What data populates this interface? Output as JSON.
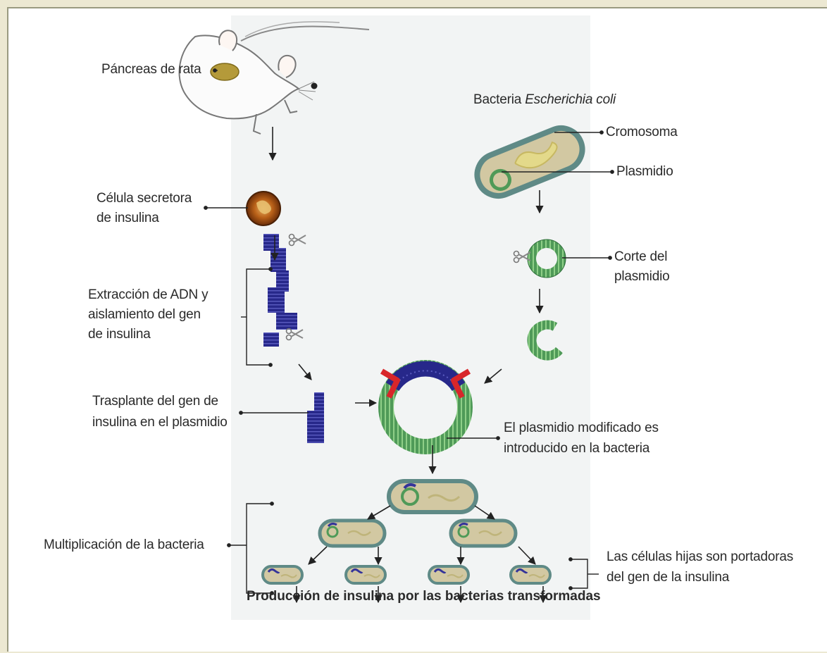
{
  "labels": {
    "pancreas": "Páncreas de rata",
    "bacteria_prefix": "Bacteria ",
    "bacteria_species": "Escherichia coli",
    "chromosome": "Cromosoma",
    "plasmid": "Plasmidio",
    "secretory_cell_line1": "Célula secretora",
    "secretory_cell_line2": "de insulina",
    "plasmid_cut_line1": "Corte del",
    "plasmid_cut_line2": "plasmidio",
    "dna_extraction_line1": "Extracción de ADN y",
    "dna_extraction_line2": "aislamiento del gen",
    "dna_extraction_line3": "de insulina",
    "transplant_line1": "Trasplante del gen de",
    "transplant_line2": "insulina en el plasmidio",
    "modified_plasmid_line1": "El plasmidio modificado es",
    "modified_plasmid_line2": "introducido en la bacteria",
    "multiplication": "Multiplicación de la bacteria",
    "daughter_cells_line1": "Las células hijas son portadoras",
    "daughter_cells_line2": "del gen de la insulina"
  },
  "footer": "Producción de insulina por las bacterias transformadas",
  "colors": {
    "page_background": "#ece8d2",
    "panel_background": "#ffffff",
    "bacteria_membrane": "#5f8a86",
    "bacteria_cytoplasm": "#d2c8a2",
    "plasmid_green": "#4f9a58",
    "insulin_gene_blue": "#27288a",
    "sticky_end_red": "#d8262a",
    "secretory_cell": "#c86a20",
    "line": "#222222"
  }
}
